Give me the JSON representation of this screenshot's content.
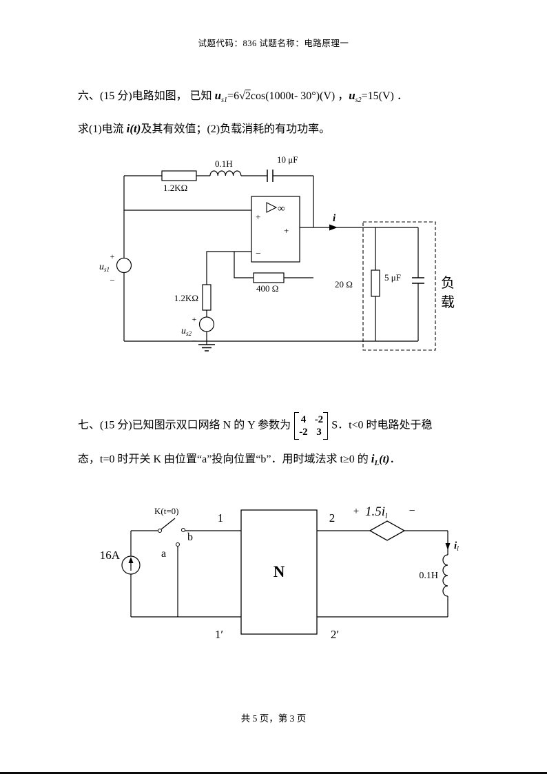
{
  "header": {
    "title": "试题代码：836 试题名称：电路原理一"
  },
  "p6": {
    "intro": "六、(15 分)电路如图， 已知",
    "u": "u",
    "s1": "s1",
    "eq1": "=6",
    "sqrt": "√",
    "radicand": "2",
    "expr": "cos(1000t- 30°)(V) ，",
    "s2": "s2",
    "eq2": "=15(V) ．",
    "line2a": "求(1)电流 ",
    "it": "i(t)",
    "line2b": "及其有效值；(2)负载消耗的有功功率。"
  },
  "c1": {
    "r_top": "1.2KΩ",
    "l_top": "0.1H",
    "c_top": "10 μF",
    "plus": "+",
    "minus": "−",
    "inf": "∞",
    "out_plus": "+",
    "i": "i",
    "us_u": "u",
    "us1_sub": "s1",
    "us2_sub": "s2",
    "r_mid": "400 Ω",
    "r_left": "1.2KΩ",
    "r_load": "20 Ω",
    "c_load": "5 μF",
    "load_1": "负",
    "load_2": "载"
  },
  "p7": {
    "intro": "七、(15 分)已知图示双口网络 N 的 Y 参数为",
    "m11": "4",
    "m12": "-2",
    "m21": "-2",
    "m22": "3",
    "after": "S．t<0 时电路处于稳",
    "line2a": "态，t=0 时开关 K 由位置“a”投向位置“b”．用时域法求 t≥0 的 ",
    "iL_i": "i",
    "iL_sub": "L",
    "iL_t": "(t)",
    "end": "．"
  },
  "c2": {
    "k": "K(t=0)",
    "b": "b",
    "a": "a",
    "src": "16A",
    "t1": "1",
    "t2": "2",
    "t1p": "1′",
    "t2p": "2′",
    "n": "N",
    "dep_plus": "+",
    "dep_val": "1.5i",
    "dep_sub": "l",
    "dep_minus": "−",
    "il_i": "i",
    "il_sub": "l",
    "ind": "0.1H"
  },
  "footer": {
    "text": "共 5 页，第 3 页"
  }
}
